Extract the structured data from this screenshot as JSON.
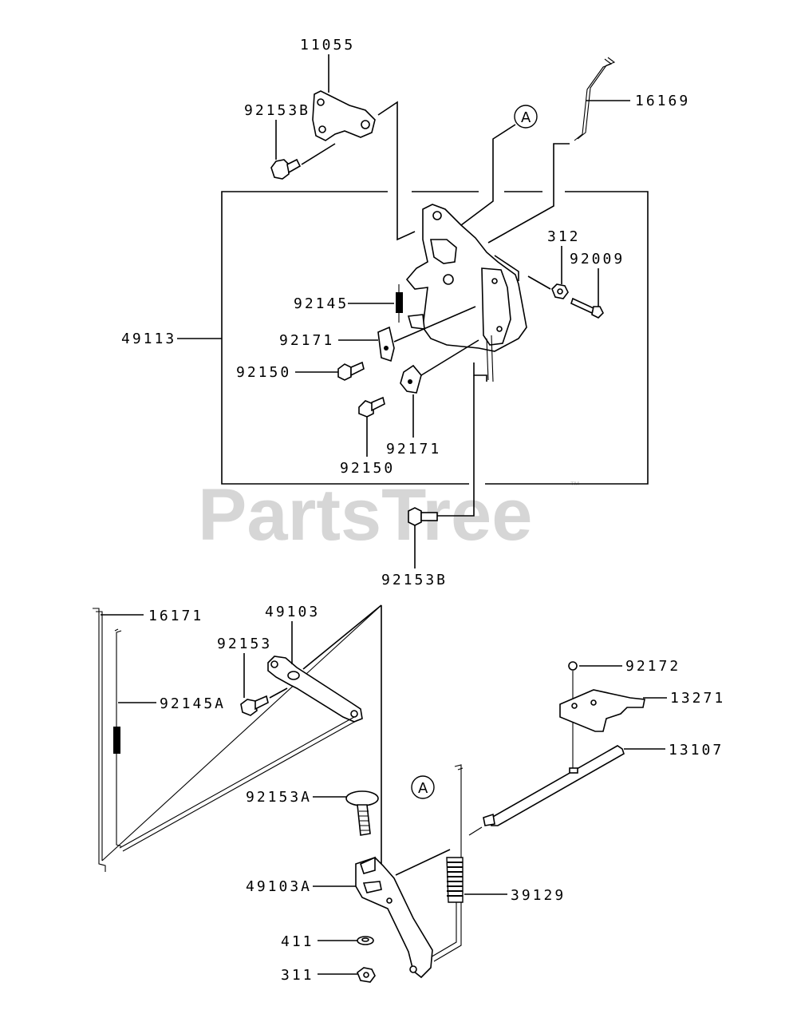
{
  "watermark": {
    "brand": "PartsTree",
    "trademark": "™"
  },
  "callout_letter": "A",
  "labels": {
    "p11055": "11055",
    "p92153B_top": "92153B",
    "p16169": "16169",
    "p312": "312",
    "p92009": "92009",
    "p92145": "92145",
    "p49113": "49113",
    "p92171_a": "92171",
    "p92150_a": "92150",
    "p92171_b": "92171",
    "p92150_b": "92150",
    "p92153B_bottom": "92153B",
    "p16171": "16171",
    "p49103": "49103",
    "p92153": "92153",
    "p92145A": "92145A",
    "p92172": "92172",
    "p13271": "13271",
    "p13107": "13107",
    "p92153A": "92153A",
    "p49103A": "49103A",
    "p39129": "39129",
    "p411": "411",
    "p311": "311"
  }
}
